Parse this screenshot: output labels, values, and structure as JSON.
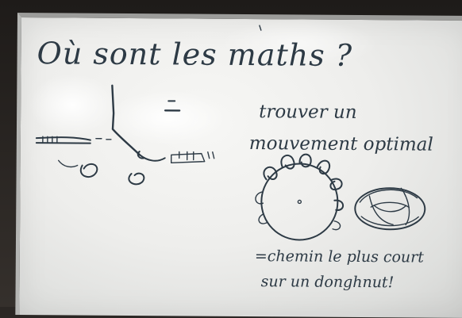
{
  "whiteboard": {
    "title": "Où sont les maths ?",
    "right_text": {
      "line1": "trouver un",
      "line2": "mouvement optimal",
      "line3": "=chemin le plus court",
      "line4": "sur un donghnut!"
    }
  }
}
